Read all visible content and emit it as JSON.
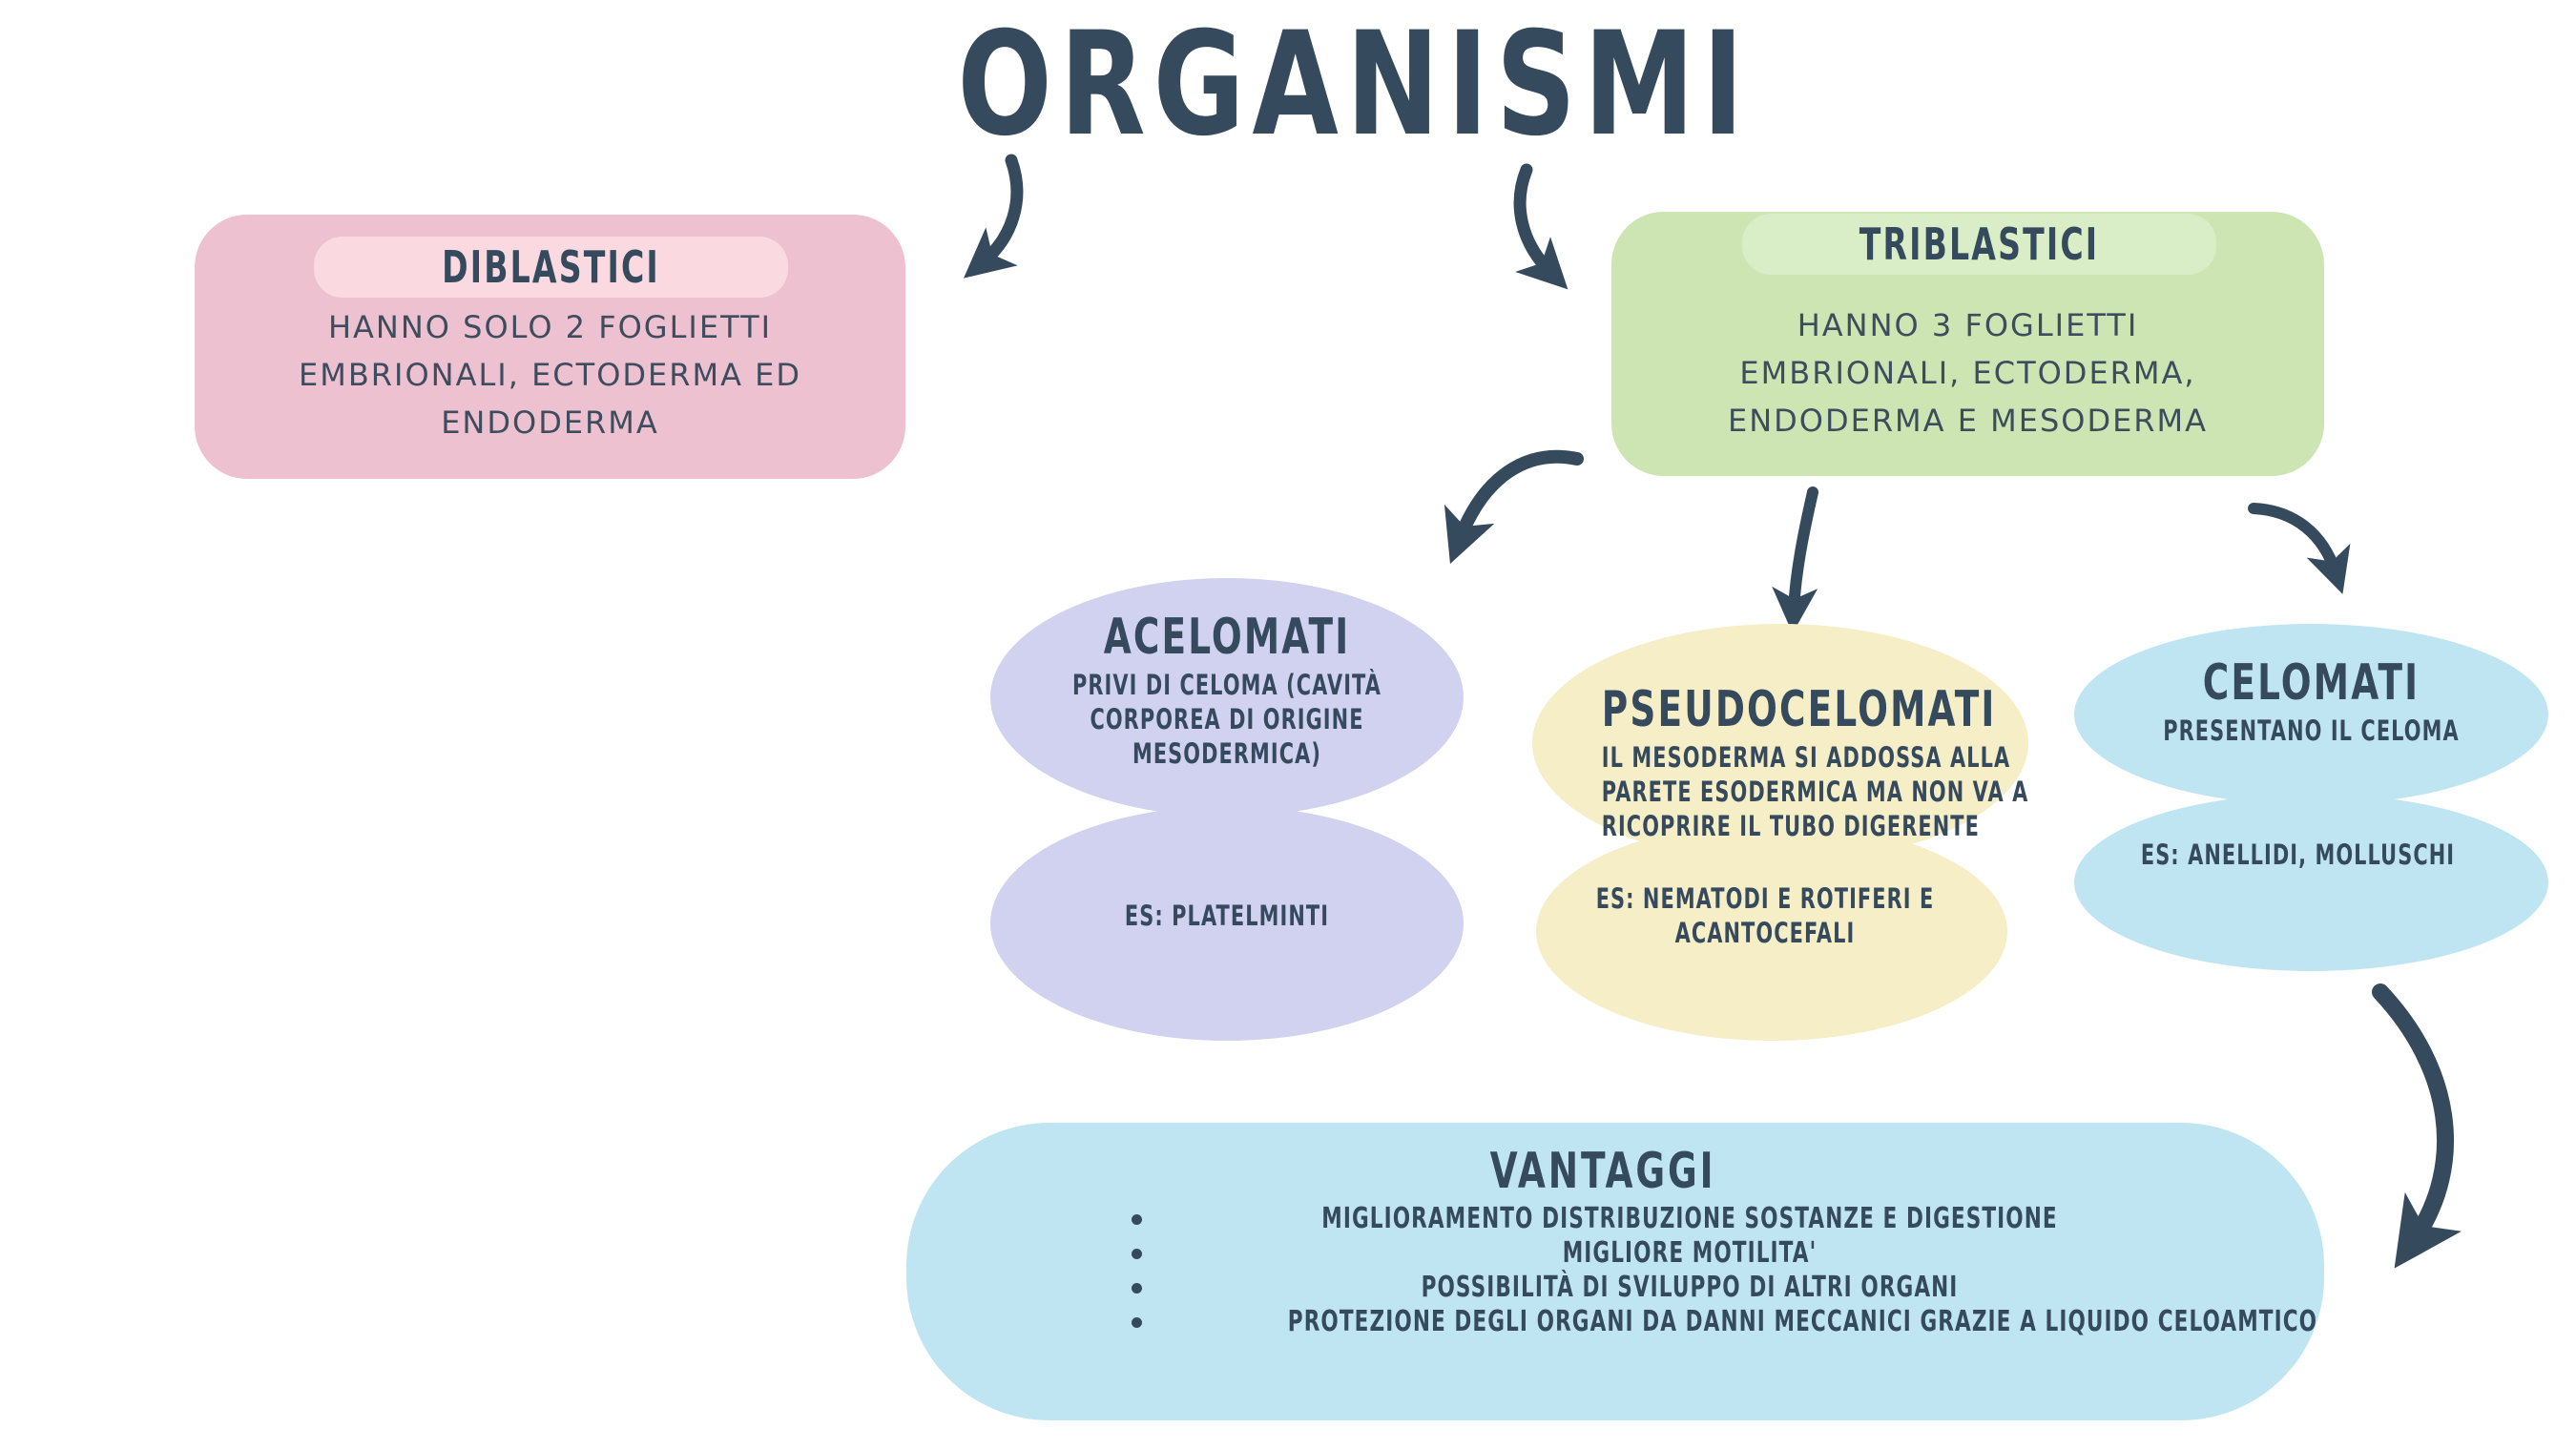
{
  "title": "ORGANISMI",
  "diblastici": {
    "label": "DIBLASTICI",
    "lines": [
      "HANNO SOLO 2 FOGLIETTI",
      "EMBRIONALI, ECTODERMA ED",
      "ENDODERMA"
    ]
  },
  "triblastici": {
    "label": "TRIBLASTICI",
    "lines": [
      "HANNO 3 FOGLIETTI",
      "EMBRIONALI, ECTODERMA,",
      "ENDODERMA E MESODERMA"
    ]
  },
  "acelomati": {
    "label": "ACELOMATI",
    "lines": [
      "PRIVI DI CELOMA (CAVITÀ",
      "CORPOREA DI ORIGINE",
      "MESODERMICA)"
    ],
    "example": [
      "ES: PLATELMINTI"
    ]
  },
  "pseudocelomati": {
    "label": "PSEUDOCELOMATI",
    "lines": [
      "IL MESODERMA SI ADDOSSA ALLA",
      "PARETE ESODERMICA MA NON VA A",
      "RICOPRIRE IL TUBO DIGERENTE"
    ],
    "example": [
      "ES: NEMATODI E ROTIFERI E",
      "ACANTOCEFALI"
    ]
  },
  "celomati": {
    "label": "CELOMATI",
    "lines": [
      "PRESENTANO IL CELOMA"
    ],
    "example": [
      "ES: ANELLIDI, MOLLUSCHI"
    ]
  },
  "vantaggi": {
    "label": "VANTAGGI",
    "items": [
      "MIGLIORAMENTO DISTRIBUZIONE SOSTANZE E DIGESTIONE",
      "MIGLIORE MOTILITA'",
      "POSSIBILITÀ DI SVILUPPO DI ALTRI ORGANI",
      "PROTEZIONE DEGLI ORGANI DA DANNI MECCANICI GRAZIE A LIQUIDO CELOAMTICO"
    ]
  },
  "colors": {
    "text": "#364a5e",
    "diblastici": "#eec1d0",
    "diblastici_pill": "#fbd9e1",
    "triblastici": "#cde5b2",
    "triblastici_pill": "#d9edc6",
    "acelomati": "#d0d2ef",
    "pseudocelomati": "#f5eec6",
    "celomati": "#c0e5f2",
    "vantaggi": "#c0e5f2"
  }
}
